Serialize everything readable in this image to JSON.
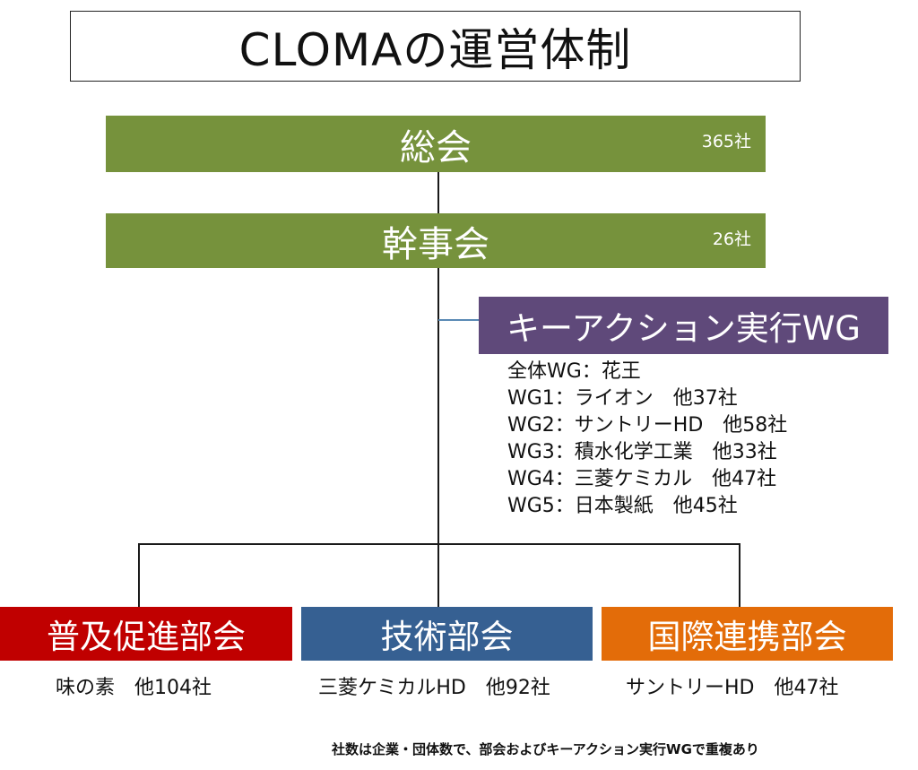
{
  "title": "CLOMAの運営体制",
  "general_assembly": {
    "label": "総会",
    "count": "365社",
    "color": "#76923c"
  },
  "board": {
    "label": "幹事会",
    "count": "26社",
    "color": "#76923c"
  },
  "key_action_wg": {
    "label": "キーアクション実行WG",
    "color": "#5f497a",
    "groups": [
      "全体WG：花王",
      "WG1：ライオン　他37社",
      "WG2：サントリーHD　他58社",
      "WG3：積水化学工業　他33社",
      "WG4：三菱ケミカル　他47社",
      "WG5：日本製紙　他45社"
    ]
  },
  "departments": [
    {
      "label": "普及促進部会",
      "lead": "味の素　他104社",
      "color": "#c00000"
    },
    {
      "label": "技術部会",
      "lead": "三菱ケミカルHD　他92社",
      "color": "#366092"
    },
    {
      "label": "国際連携部会",
      "lead": "サントリーHD　他47社",
      "color": "#e36c09"
    }
  ],
  "footnote": "社数は企業・団体数で、部会およびキーアクション実行WGで重複あり"
}
